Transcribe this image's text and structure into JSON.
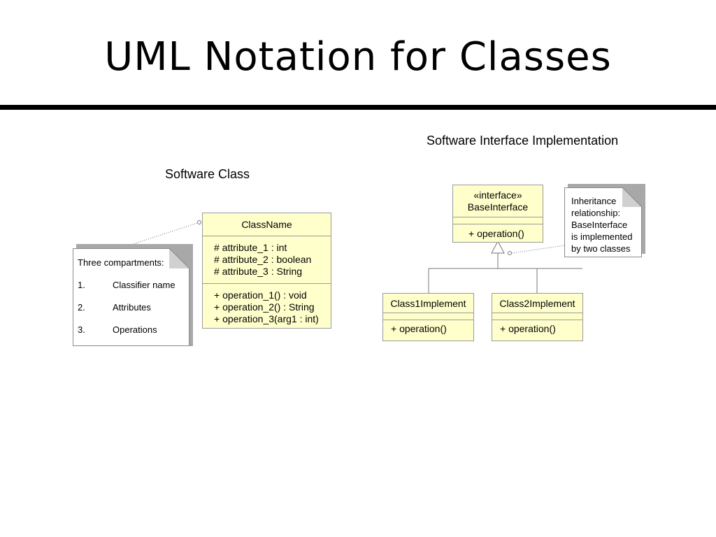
{
  "slide": {
    "title": "UML Notation for Classes"
  },
  "software_class": {
    "caption": "Software Class",
    "class_box": {
      "name": "ClassName",
      "attributes": [
        "#  attribute_1 : int",
        "#  attribute_2 : boolean",
        "#  attribute_3 : String"
      ],
      "operations": [
        "+  operation_1() : void",
        "+  operation_2() : String",
        "+  operation_3(arg1 : int)"
      ]
    },
    "note": {
      "heading": "Three compartments:",
      "items": [
        {
          "num": "1.",
          "text": "Classifier name"
        },
        {
          "num": "2.",
          "text": "Attributes"
        },
        {
          "num": "3.",
          "text": "Operations"
        }
      ]
    }
  },
  "interface_impl": {
    "caption": "Software Interface Implementation",
    "interface": {
      "stereotype": "«interface»",
      "name": "BaseInterface",
      "operation": "+  operation()"
    },
    "class1": {
      "name": "Class1Implement",
      "operation": "+  operation()"
    },
    "class2": {
      "name": "Class2Implement",
      "operation": "+  operation()"
    },
    "note": {
      "lines": [
        "Inheritance",
        "relationship:",
        "BaseInterface",
        "is implemented",
        "by two classes"
      ]
    }
  },
  "colors": {
    "class_fill": "#ffffcc",
    "note_shadow": "#a8a8a8",
    "border": "#9a9a9a"
  }
}
